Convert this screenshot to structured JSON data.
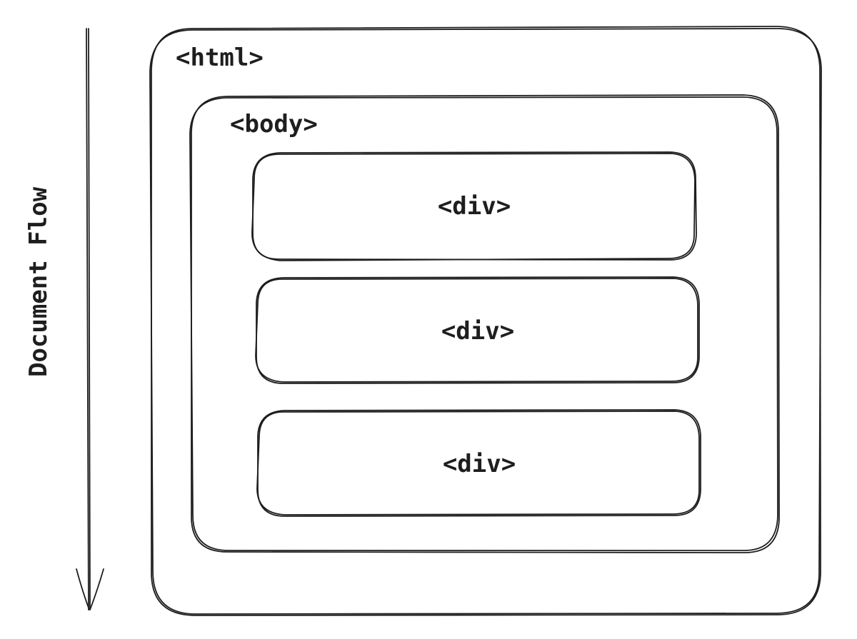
{
  "diagram": {
    "html_label": "<html>",
    "body_label": "<body>",
    "divs": [
      {
        "label": "<div>"
      },
      {
        "label": "<div>"
      },
      {
        "label": "<div>"
      }
    ],
    "flow_label": "Document Flow"
  }
}
